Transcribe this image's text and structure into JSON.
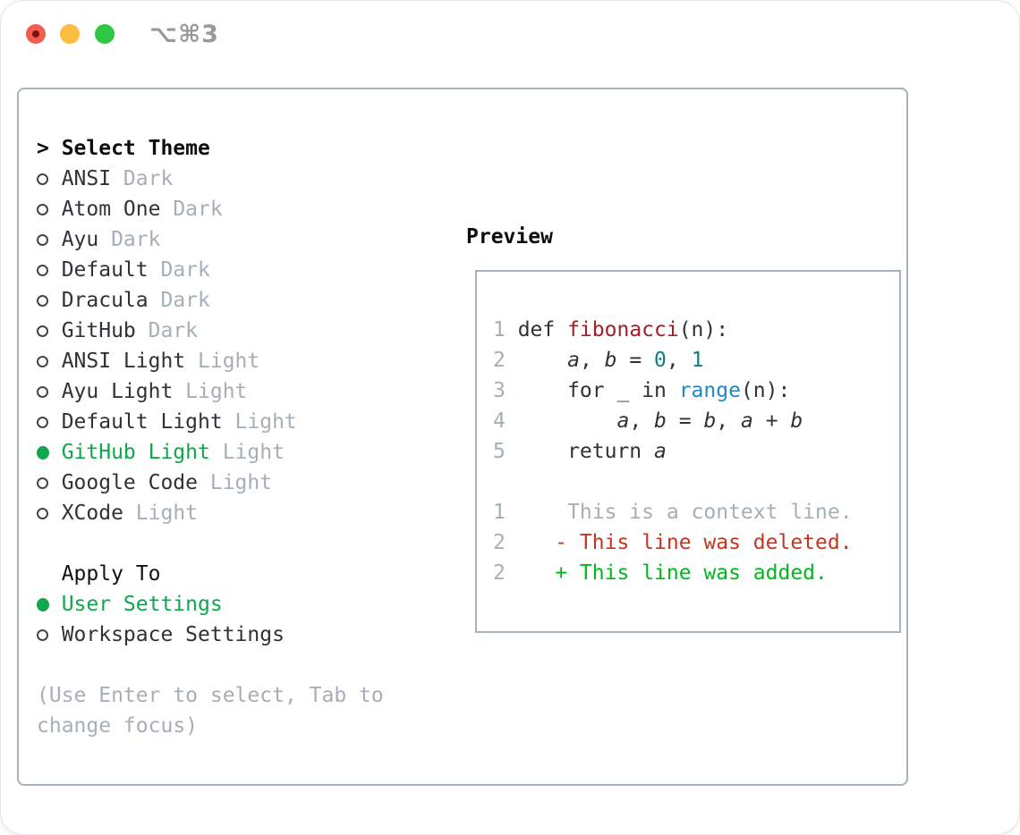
{
  "window": {
    "title": "⌥⌘3",
    "traffic_lights": [
      "close",
      "minimize",
      "maximize"
    ]
  },
  "colors": {
    "text": "#2d3339",
    "muted": "#a5afb9",
    "accent_green": "#0fa64c",
    "diff_add_green": "#00b81e",
    "diff_del_red": "#c6351f",
    "function_red": "#a31e26",
    "number_teal": "#0e7e84",
    "builtin_blue": "#1f87c6",
    "panel_border": "#a9b3bd",
    "bullet_dark": "#3f464e",
    "heading_black": "#0b0d0f",
    "traffic_red": "#f25d50",
    "traffic_red_dot": "#7d120b",
    "traffic_yellow": "#fcbd40",
    "traffic_green": "#2fc744",
    "title_gray": "#97999d"
  },
  "themes": {
    "header": {
      "prefix": ">",
      "label": "Select Theme"
    },
    "items": [
      {
        "name": "ANSI",
        "variant": "Dark",
        "selected": false
      },
      {
        "name": "Atom One",
        "variant": "Dark",
        "selected": false
      },
      {
        "name": "Ayu",
        "variant": "Dark",
        "selected": false
      },
      {
        "name": "Default",
        "variant": "Dark",
        "selected": false
      },
      {
        "name": "Dracula",
        "variant": "Dark",
        "selected": false
      },
      {
        "name": "GitHub",
        "variant": "Dark",
        "selected": false
      },
      {
        "name": "ANSI Light",
        "variant": "Light",
        "selected": false
      },
      {
        "name": "Ayu Light",
        "variant": "Light",
        "selected": false
      },
      {
        "name": "Default Light",
        "variant": "Light",
        "selected": false
      },
      {
        "name": "GitHub Light",
        "variant": "Light",
        "selected": true
      },
      {
        "name": "Google Code",
        "variant": "Light",
        "selected": false
      },
      {
        "name": "XCode",
        "variant": "Light",
        "selected": false
      }
    ]
  },
  "apply_to": {
    "header": "Apply To",
    "items": [
      {
        "label": "User Settings",
        "selected": true
      },
      {
        "label": "Workspace Settings",
        "selected": false
      }
    ]
  },
  "hint": {
    "line1": "(Use Enter to select, Tab to",
    "line2": "change focus)"
  },
  "preview": {
    "header": "Preview",
    "code_lines": [
      {
        "num": "1",
        "segs": [
          {
            "t": "def ",
            "c": "text"
          },
          {
            "t": "fibonacci",
            "c": "func"
          },
          {
            "t": "(n):",
            "c": "text"
          }
        ]
      },
      {
        "num": "2",
        "segs": [
          {
            "t": "    ",
            "c": "text"
          },
          {
            "t": "a",
            "c": "text",
            "i": true
          },
          {
            "t": ", ",
            "c": "text"
          },
          {
            "t": "b",
            "c": "text",
            "i": true
          },
          {
            "t": " = ",
            "c": "text"
          },
          {
            "t": "0",
            "c": "num"
          },
          {
            "t": ", ",
            "c": "text"
          },
          {
            "t": "1",
            "c": "num"
          }
        ]
      },
      {
        "num": "3",
        "segs": [
          {
            "t": "    for _ in ",
            "c": "text"
          },
          {
            "t": "range",
            "c": "builtin"
          },
          {
            "t": "(n):",
            "c": "text"
          }
        ]
      },
      {
        "num": "4",
        "segs": [
          {
            "t": "        ",
            "c": "text"
          },
          {
            "t": "a",
            "c": "text",
            "i": true
          },
          {
            "t": ", ",
            "c": "text"
          },
          {
            "t": "b",
            "c": "text",
            "i": true
          },
          {
            "t": " = ",
            "c": "text"
          },
          {
            "t": "b",
            "c": "text",
            "i": true
          },
          {
            "t": ", ",
            "c": "text"
          },
          {
            "t": "a",
            "c": "text",
            "i": true
          },
          {
            "t": " + ",
            "c": "text"
          },
          {
            "t": "b",
            "c": "text",
            "i": true
          }
        ]
      },
      {
        "num": "5",
        "segs": [
          {
            "t": "    return ",
            "c": "text"
          },
          {
            "t": "a",
            "c": "text",
            "i": true
          }
        ]
      },
      {
        "num": "",
        "segs": []
      },
      {
        "num": "1",
        "segs": [
          {
            "t": "    This is a context line.",
            "c": "muted"
          }
        ]
      },
      {
        "num": "2",
        "segs": [
          {
            "t": "   ",
            "c": "text"
          },
          {
            "t": "- This line was deleted.",
            "c": "del"
          }
        ]
      },
      {
        "num": "2",
        "segs": [
          {
            "t": "   ",
            "c": "text"
          },
          {
            "t": "+ This line was added.",
            "c": "add"
          }
        ]
      }
    ]
  }
}
